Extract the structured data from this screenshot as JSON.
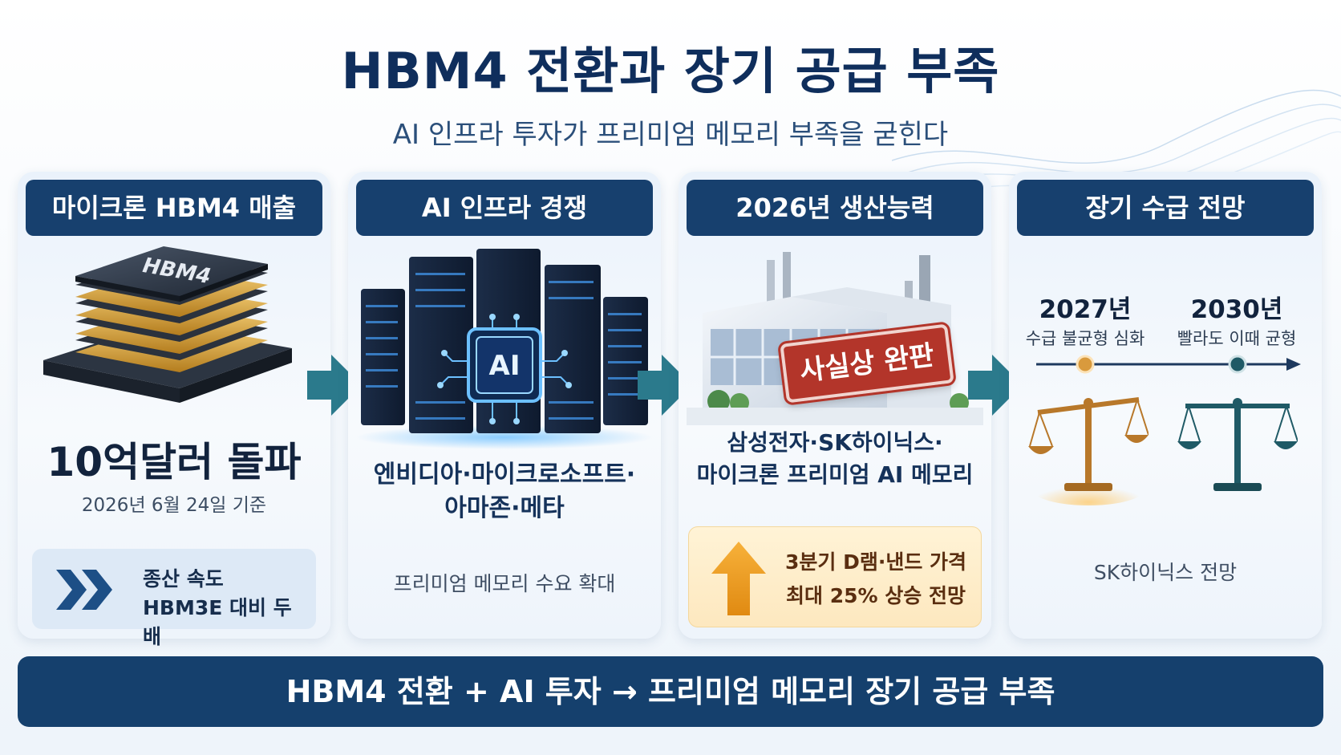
{
  "title": "HBM4 전환과 장기 공급 부족",
  "subtitle": "AI 인프라 투자가 프리미엄 메모리 부족을 굳힌다",
  "panels": {
    "micron": {
      "header": "마이크론 HBM4 매출",
      "chip_label": "HBM4",
      "headline": "10억달러 돌파",
      "date": "2026년 6월 24일 기준",
      "speed_line1": "종산 속도",
      "speed_line2": "HBM3E 대비 두 배"
    },
    "ai": {
      "header": "AI 인프라 경쟁",
      "chip_label": "AI",
      "companies_line1": "엔비디아·마이크로소프트·",
      "companies_line2": "아마존·메타",
      "note": "프리미엄 메모리 수요 확대"
    },
    "capacity": {
      "header": "2026년 생산능력",
      "stamp": "사실상 완판",
      "makers_line1": "삼성전자·SK하이닉스·",
      "makers_line2": "마이크론 프리미엄 AI 메모리",
      "price_line1": "3분기 D램·낸드 가격",
      "price_line2": "최대 25% 상승 전망"
    },
    "outlook": {
      "header": "장기 수급 전망",
      "year1": "2027년",
      "year1_desc": "수급 불균형 심화",
      "year2": "2030년",
      "year2_desc": "빨라도 이때 균형",
      "source": "SK하이닉스 전망"
    }
  },
  "footer": "HBM4 전환 + AI 투자 → 프리미엄 메모리 장기 공급 부족",
  "colors": {
    "navy": "#17406e",
    "teal_arrow": "#2b7a8c",
    "stamp_red": "#b3352a",
    "orange_arrow": "#f0a02a",
    "gold_scale": "#b8782a",
    "teal_scale": "#1f5a66"
  }
}
